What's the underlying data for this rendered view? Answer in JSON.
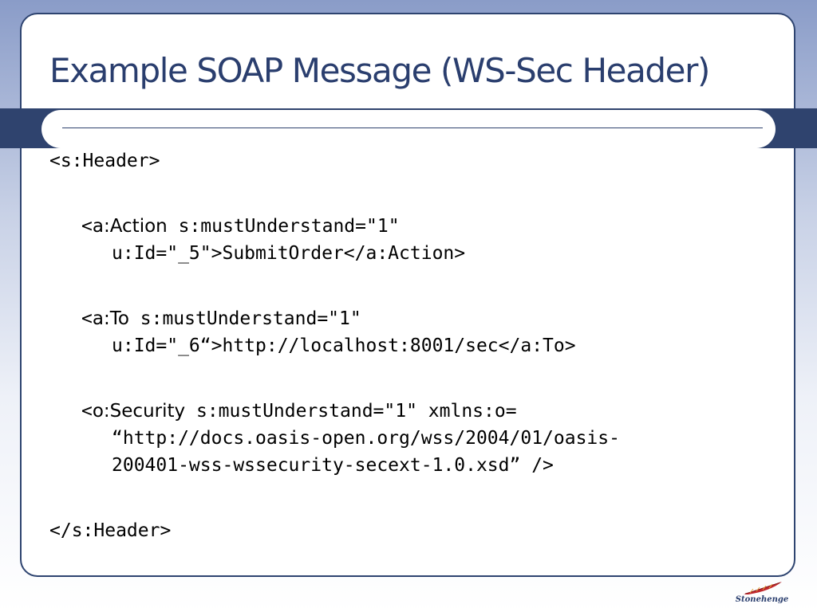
{
  "slide": {
    "title": "Example SOAP Message (WS-Sec Header)",
    "code": {
      "open_header": "<s:Header>",
      "action_open": "<",
      "action_elem": "a:Action",
      "action_rest": " s:mustUnderstand=\"1\"",
      "action_line2": "u:Id=\"_5\">SubmitOrder</a:Action>",
      "to_open": "<",
      "to_elem": "a:To",
      "to_rest": " s:mustUnderstand=\"1\"",
      "to_line2": "u:Id=\"_6“>http://localhost:8001/sec</a:To>",
      "security_open": "<",
      "security_elem": "o:Security",
      "security_rest": " s:mustUnderstand=\"1\" xmlns:o=",
      "security_line2": "“http://docs.oasis-open.org/wss/2004/01/oasis-",
      "security_line3": "200401-wss-wssecurity-secext-1.0.xsd” />",
      "close_header": "</s:Header>"
    },
    "logo": {
      "text": "Stonehenge",
      "icon": "feather-icon",
      "color": "#c0282d"
    },
    "theme": {
      "title_color": "#2a3e6e",
      "band_color": "#2f436e"
    }
  }
}
